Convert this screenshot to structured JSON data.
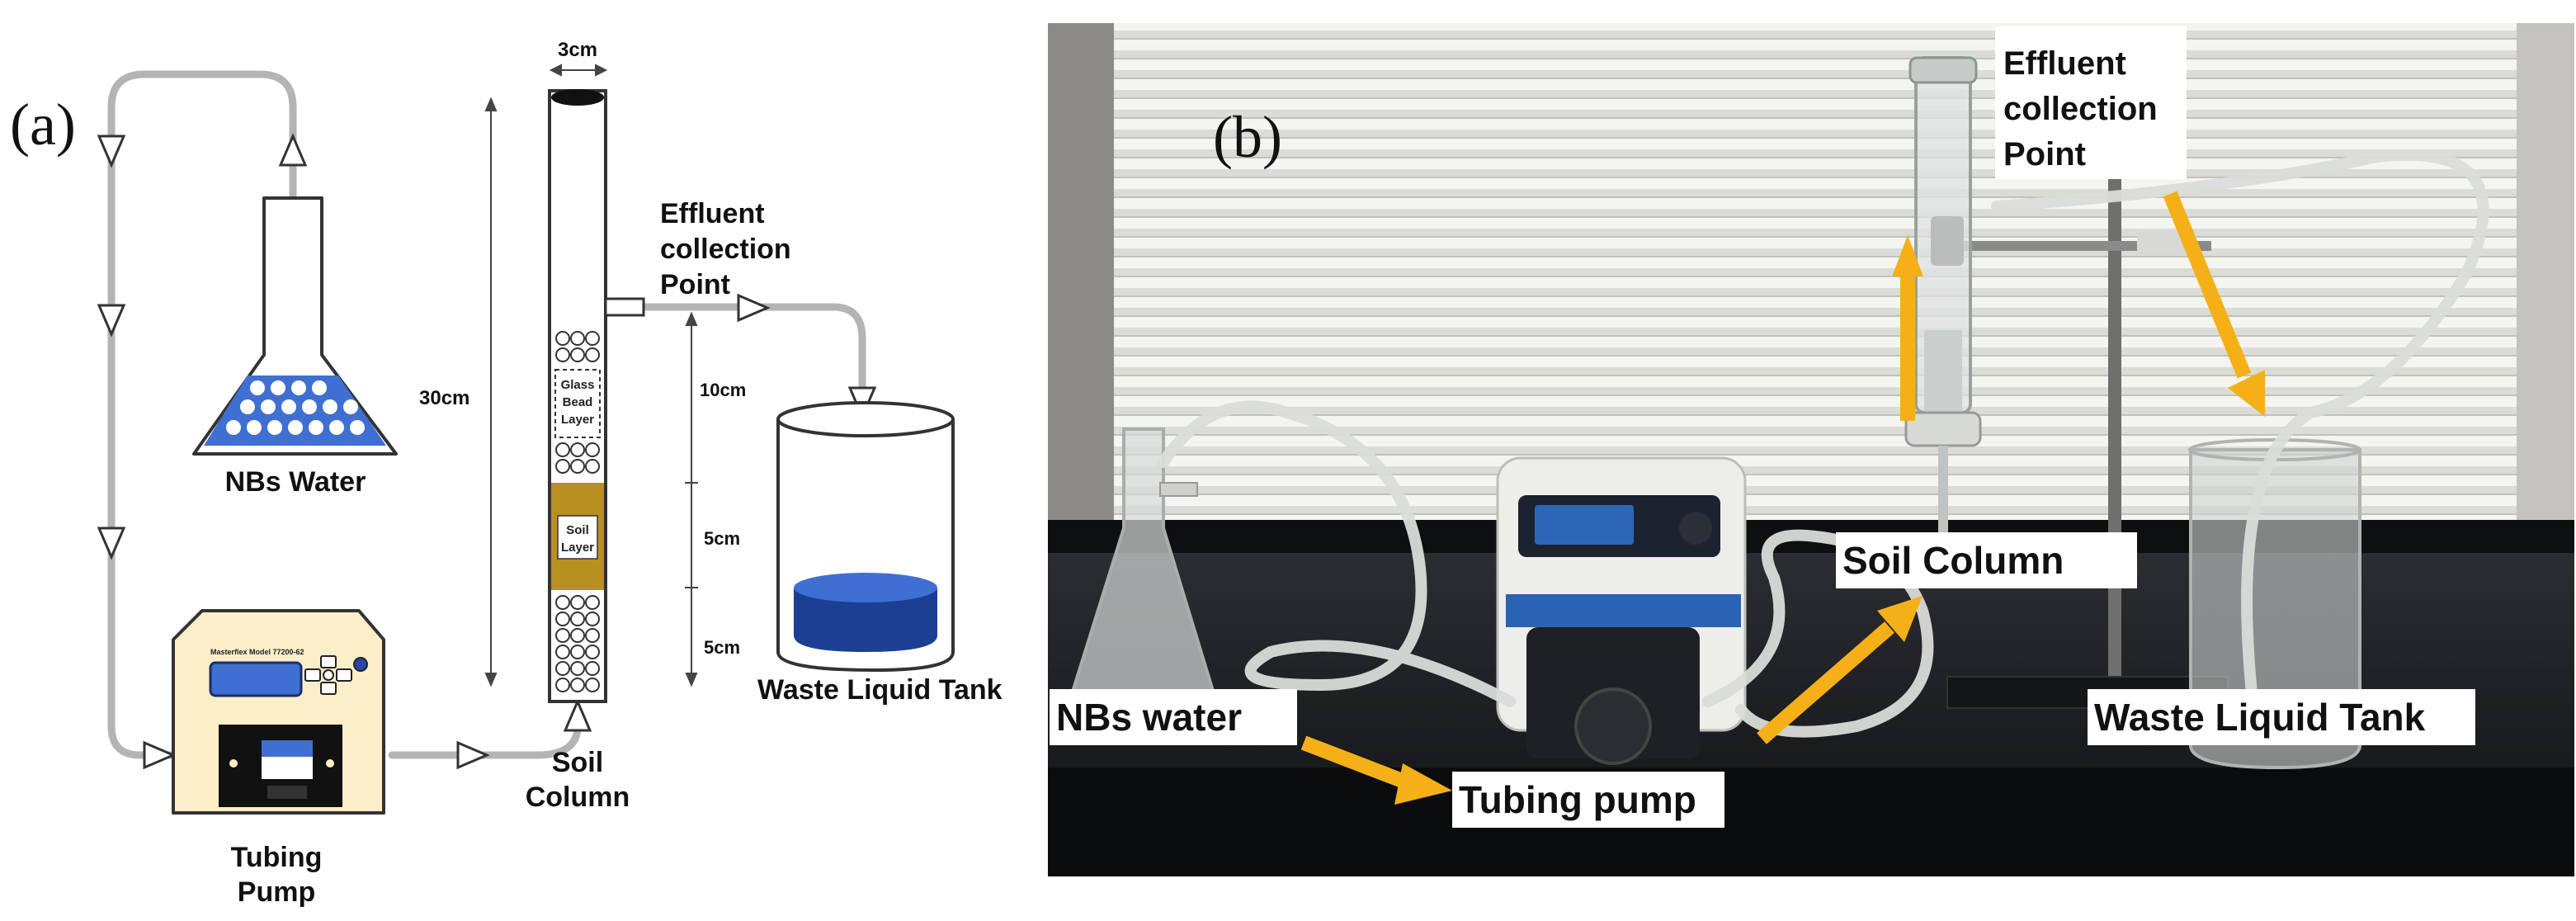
{
  "panel_a": {
    "label": "(a)",
    "flask_label": "NBs Water",
    "pump_label_1": "Tubing",
    "pump_label_2": "Pump",
    "pump_model": "Masterflex Model 77200-62",
    "column_label_1": "Soil",
    "column_label_2": "Column",
    "glass_bead_1": "Glass",
    "glass_bead_2": "Bead",
    "glass_bead_3": "Layer",
    "soil_layer_1": "Soil",
    "soil_layer_2": "Layer",
    "dim_width": "3cm",
    "dim_height": "30cm",
    "dim_top": "10cm",
    "dim_mid": "5cm",
    "dim_bottom": "5cm",
    "effluent_1": "Effluent",
    "effluent_2": "collection",
    "effluent_3": "Point",
    "tank_label": "Waste Liquid Tank"
  },
  "panel_b": {
    "label": "(b)",
    "effluent_1": "Effluent",
    "effluent_2": "collection",
    "effluent_3": "Point",
    "soil_column": "Soil Column",
    "nbs_water": "NBs water",
    "tubing_pump": "Tubing pump",
    "waste_tank": "Waste Liquid Tank"
  },
  "colors": {
    "tube": "#b4b4b4",
    "nbs_blue": "#3f6fd1",
    "soil": "#b8901f",
    "pump_body": "#fbeec8",
    "tank_water": "#1d3f93",
    "arrow_orange": "#f5b018",
    "bench": "#17191c"
  }
}
